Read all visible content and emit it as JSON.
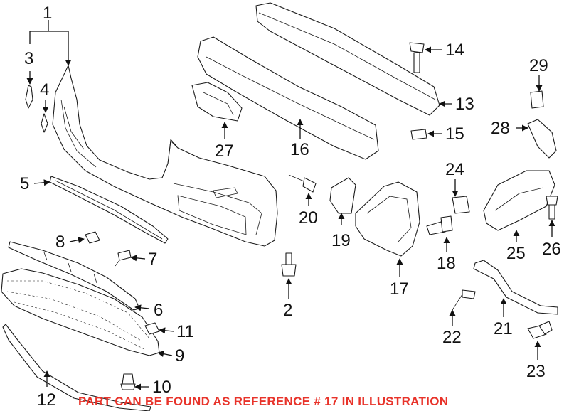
{
  "callouts": {
    "c1": "1",
    "c2": "2",
    "c3": "3",
    "c4": "4",
    "c5": "5",
    "c6": "6",
    "c7": "7",
    "c8": "8",
    "c9": "9",
    "c10": "10",
    "c11": "11",
    "c12": "12",
    "c13": "13",
    "c14": "14",
    "c15": "15",
    "c16": "16",
    "c17": "17",
    "c18": "18",
    "c19": "19",
    "c20": "20",
    "c21": "21",
    "c22": "22",
    "c23": "23",
    "c24": "24",
    "c25": "25",
    "c26": "26",
    "c27": "27",
    "c28": "28",
    "c29": "29"
  },
  "note": {
    "text": "PART CAN BE FOUND AS REFERENCE # 17 IN ILLUSTRATION",
    "color": "#e8332a"
  },
  "colors": {
    "line": "#1a1a1a",
    "background": "#ffffff"
  }
}
